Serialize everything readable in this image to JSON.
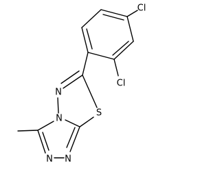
{
  "molecule": {
    "atoms": {
      "cl_top": "Cl",
      "cl_right": "Cl",
      "n_ring_top": "N",
      "n_bridge": "N",
      "n_bottom_left": "N",
      "n_bottom_right": "N",
      "s_ring": "S"
    }
  }
}
